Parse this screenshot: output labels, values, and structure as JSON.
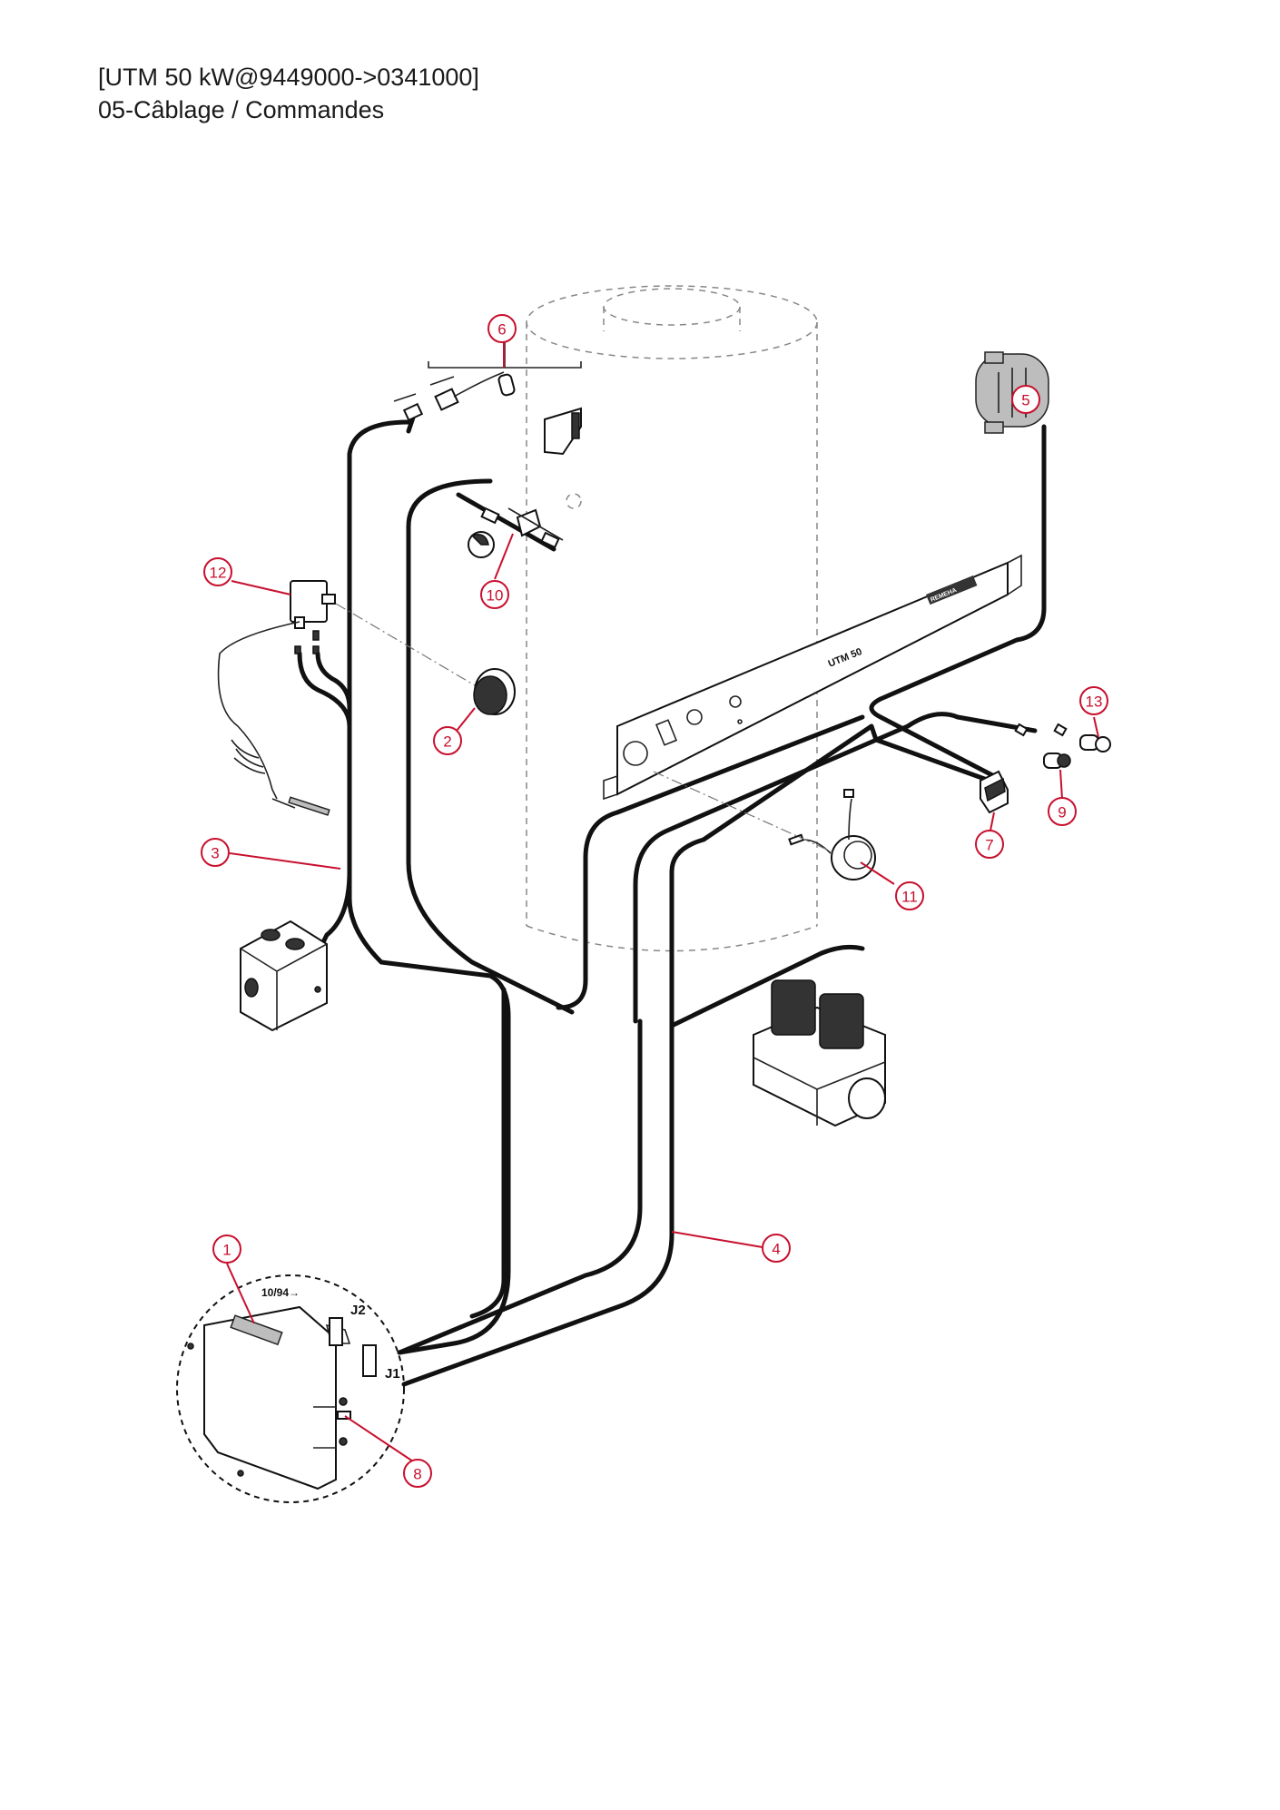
{
  "header": {
    "model_line": "[UTM 50 kW@9449000->0341000]",
    "section_line": "05-Câblage / Commandes"
  },
  "diagram": {
    "callouts": [
      "1",
      "2",
      "3",
      "4",
      "5",
      "6",
      "7",
      "8",
      "9",
      "10",
      "11",
      "12",
      "13"
    ],
    "panel_label": "UTM 50",
    "brand_plate_label": "REMEHA",
    "board_connector_j2": "J2",
    "board_connector_j1": "J1",
    "board_date_note": "10/94→"
  },
  "colors": {
    "callout": "#c8102e",
    "cable": "#111111"
  }
}
